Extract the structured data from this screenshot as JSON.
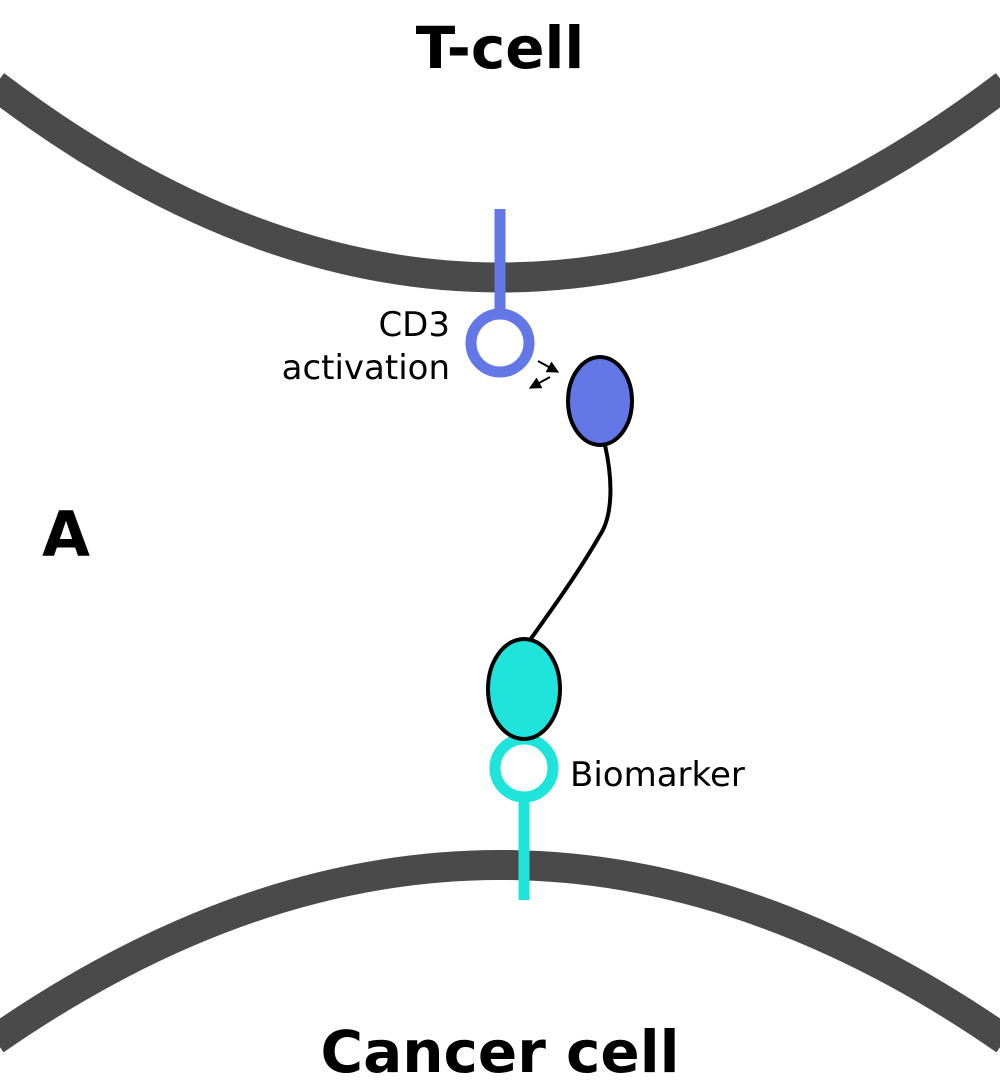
{
  "diagram": {
    "panel_letter": "A",
    "top_cell_label": "T-cell",
    "bottom_cell_label": "Cancer cell",
    "receptor_label_line1": "CD3",
    "receptor_label_line2": "activation",
    "biomarker_label": "Biomarker"
  },
  "colors": {
    "membrane": "#4a4a4a",
    "cd3_receptor": "#6378e6",
    "biomarker_receptor": "#1ee4dc",
    "outline": "#000000",
    "background": "#ffffff"
  }
}
